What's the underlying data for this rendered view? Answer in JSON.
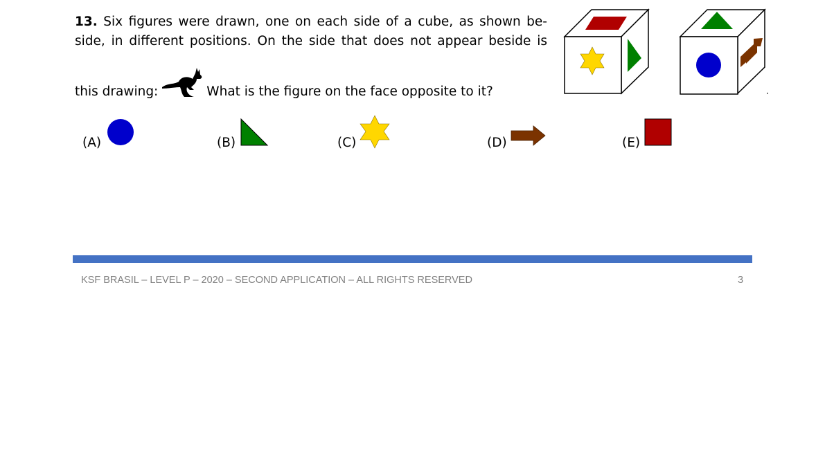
{
  "question": {
    "number": "13.",
    "line1": "Six figures were drawn, one on each side of a cube, as shown be-",
    "line2": "side, in different positions. On the side that does not appear beside is",
    "line3_before": "this drawing:",
    "line3_after": "What is the figure on the face opposite to it?"
  },
  "options": [
    {
      "label": "(A)",
      "figure": "blue-circle"
    },
    {
      "label": "(B)",
      "figure": "green-triangle"
    },
    {
      "label": "(C)",
      "figure": "yellow-star"
    },
    {
      "label": "(D)",
      "figure": "brown-arrow"
    },
    {
      "label": "(E)",
      "figure": "red-square"
    }
  ],
  "colors": {
    "blue": "#0000cc",
    "green": "#008000",
    "yellow": "#ffd700",
    "brown": "#7b3300",
    "red": "#b00000",
    "bar": "#4472c4"
  },
  "footer": {
    "text": "KSF BRASIL – LEVEL P – 2020 – SECOND APPLICATION – ALL RIGHTS RESERVED",
    "page": "3"
  }
}
